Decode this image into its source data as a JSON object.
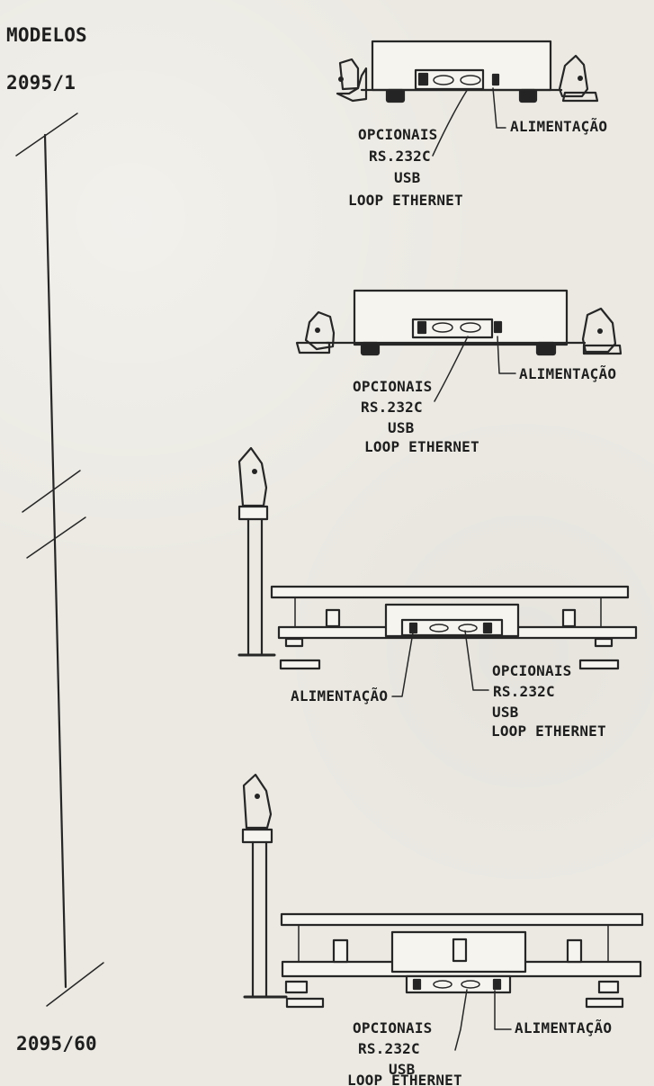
{
  "models": {
    "header": "MODELOS",
    "first": "2095/1",
    "last": "2095/60"
  },
  "scale_views": [
    {
      "options_title": "OPCIONAIS",
      "options_line1": "RS.232C",
      "options_line2": "USB",
      "options_line3": "LOOP ETHERNET",
      "power_label": "ALIMENTAÇÃO"
    },
    {
      "options_title": "OPCIONAIS",
      "options_line1": "RS.232C",
      "options_line2": "USB",
      "options_line3": "LOOP ETHERNET",
      "power_label": "ALIMENTAÇÃO"
    },
    {
      "options_title": "OPCIONAIS",
      "options_line1": "RS.232C",
      "options_line2": "USB",
      "options_line3": "LOOP ETHERNET",
      "power_label": "ALIMENTAÇÃO"
    },
    {
      "options_title": "OPCIONAIS",
      "options_line1": "RS.232C",
      "options_line2": "USB",
      "options_line3": "LOOP ETHERNET",
      "power_label": "ALIMENTAÇÃO"
    }
  ]
}
